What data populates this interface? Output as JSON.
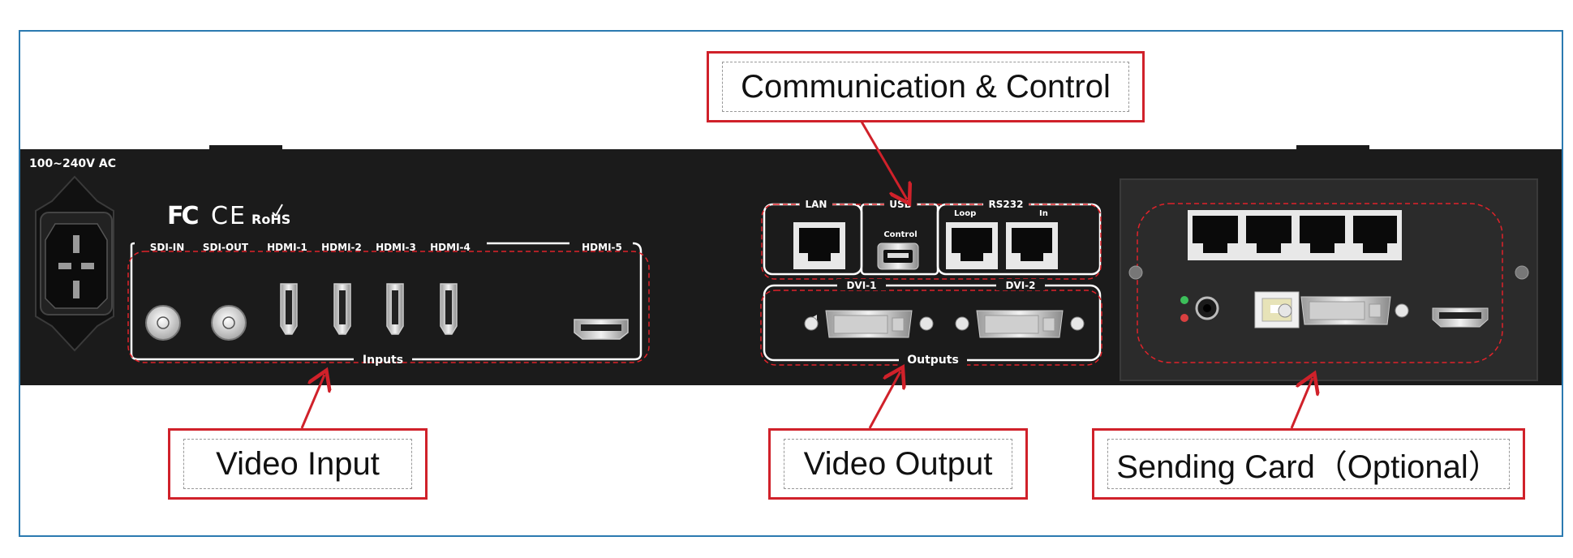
{
  "panel": {
    "power_label": "100~240V AC",
    "cert_fc": "FC",
    "cert_ce": "CE",
    "cert_rohs": "RoHS",
    "input_ports": [
      "SDI-IN",
      "SDI-OUT",
      "HDMI-1",
      "HDMI-2",
      "HDMI-3",
      "HDMI-4",
      "HDMI-5"
    ],
    "inputs_group": "Inputs",
    "lan": "LAN",
    "usb": "USB",
    "usb_sub": "Control",
    "rs232": "RS232",
    "rs232_loop": "Loop",
    "rs232_in": "In",
    "dvi1": "DVI-1",
    "dvi2": "DVI-2",
    "outputs_group": "Outputs"
  },
  "callouts": {
    "comm": "Communication & Control",
    "video_input": "Video Input",
    "video_output": "Video Output",
    "sending_card": "Sending Card（Optional）"
  },
  "colors": {
    "panel": "#1b1b1b",
    "card": "#2b2b2b",
    "callout_red": "#d0212a",
    "frame_blue": "#2b7ab0",
    "label_white": "#ffffff"
  }
}
